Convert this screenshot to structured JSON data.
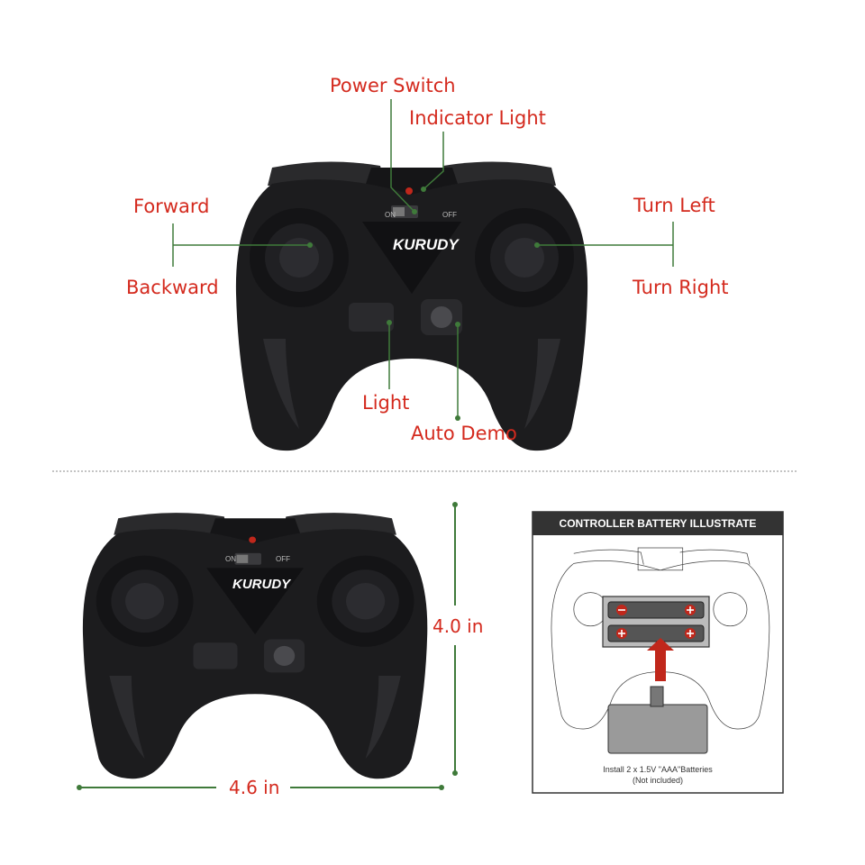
{
  "callouts": {
    "power_switch": "Power Switch",
    "indicator_light": "Indicator Light",
    "forward": "Forward",
    "backward": "Backward",
    "turn_left": "Turn Left",
    "turn_right": "Turn Right",
    "light": "Light",
    "auto_demo": "Auto Demo"
  },
  "controller": {
    "brand": "KURUDY",
    "switch_on": "ON",
    "switch_off": "OFF"
  },
  "dimensions": {
    "height": "4.0 in",
    "width": "4.6 in"
  },
  "battery_panel": {
    "title": "CONTROLLER BATTERY ILLUSTRATE",
    "caption_line1": "Install 2 x 1.5V \"AAA\"Batteries",
    "caption_line2": "(Not included)"
  },
  "colors": {
    "label_red": "#d42a1e",
    "leader_green": "#3f7a3a",
    "body_black": "#1c1c1e"
  }
}
